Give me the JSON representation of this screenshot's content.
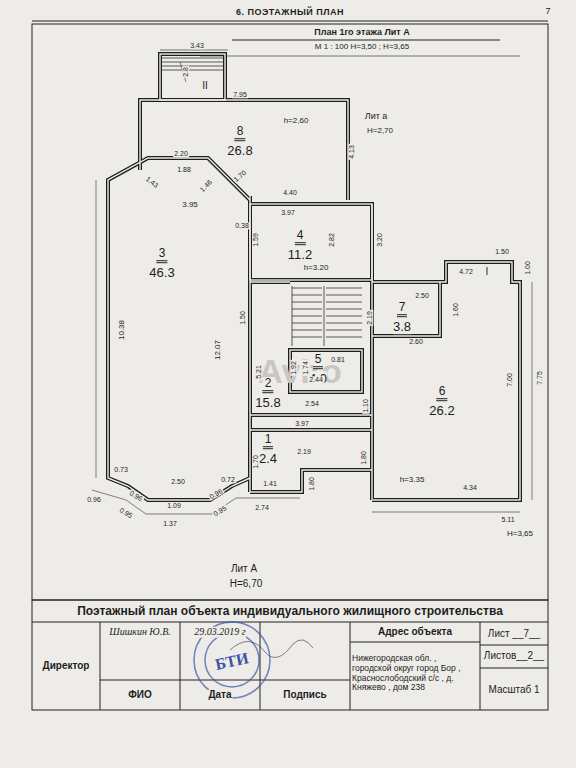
{
  "diagram": {
    "title": "6. ПОЭТАЖНЫЙ ПЛАН",
    "nodes": [
      {
        "text": [
          "8",
          "26.8"
        ]
      },
      {
        "text": [
          "3",
          "46.3"
        ]
      },
      {
        "text": [
          "4",
          "11.2"
        ]
      },
      {
        "text": [
          "7",
          "3.8"
        ]
      },
      {
        "text": [
          "5",
          "4.0"
        ]
      },
      {
        "text": [
          "2",
          "15.8"
        ]
      },
      {
        "text": [
          "6",
          "26.2"
        ]
      },
      {
        "text": [
          "1",
          "2.4"
        ]
      }
    ],
    "labels": [
      "7",
      "План 1го этажа Лит А",
      "М 1 : 100 Н=3,50 ; Н=3,65",
      "3.43",
      "2.8",
      "II",
      "7.95",
      "h=2,60",
      "Лит а",
      "Н=2,70",
      "4.13",
      "2.20",
      "1.88",
      "1.43",
      "1.46",
      "1.70",
      "3.95",
      "4.40",
      "3.97",
      "0.38",
      "1.59",
      "2.82",
      "3.20",
      "10.38",
      "12.07",
      "h=3.20",
      "1.50",
      "4.72",
      "I",
      "1.00",
      "2.50",
      "1.50",
      "2.19",
      "1.60",
      "2.60",
      "5.21",
      "1.92",
      "1.74",
      "0.81",
      "2.44",
      "2.54",
      "1.10",
      "7.00",
      "7.75",
      "3.97",
      "2.19",
      "1.70",
      "1.80",
      "1.41",
      "1.80",
      "h=3.35",
      "4.34",
      "0.73",
      "2.50",
      "0.72",
      "0.96",
      "1.09",
      "0.96",
      "0.96",
      "0.95",
      "2.74",
      "1.37",
      "0.95",
      "5.11",
      "Н=3,65",
      "Лит А",
      "Н=6,70",
      "Avito",
      "Поэтажный план объекта индивидуального жилищного строительства",
      "Директор",
      "Шишкин Ю.В.",
      "29.03.2019 г",
      "ФИО",
      "Дата",
      "Подпись",
      "Адрес объекта",
      "Нижегородская обл. , городской округ город Бор , Краснослободский с/с , д. Княжево , дом 238",
      "Лист __7__",
      "Листов__2__",
      "Масштаб 1",
      "БТИ"
    ]
  }
}
